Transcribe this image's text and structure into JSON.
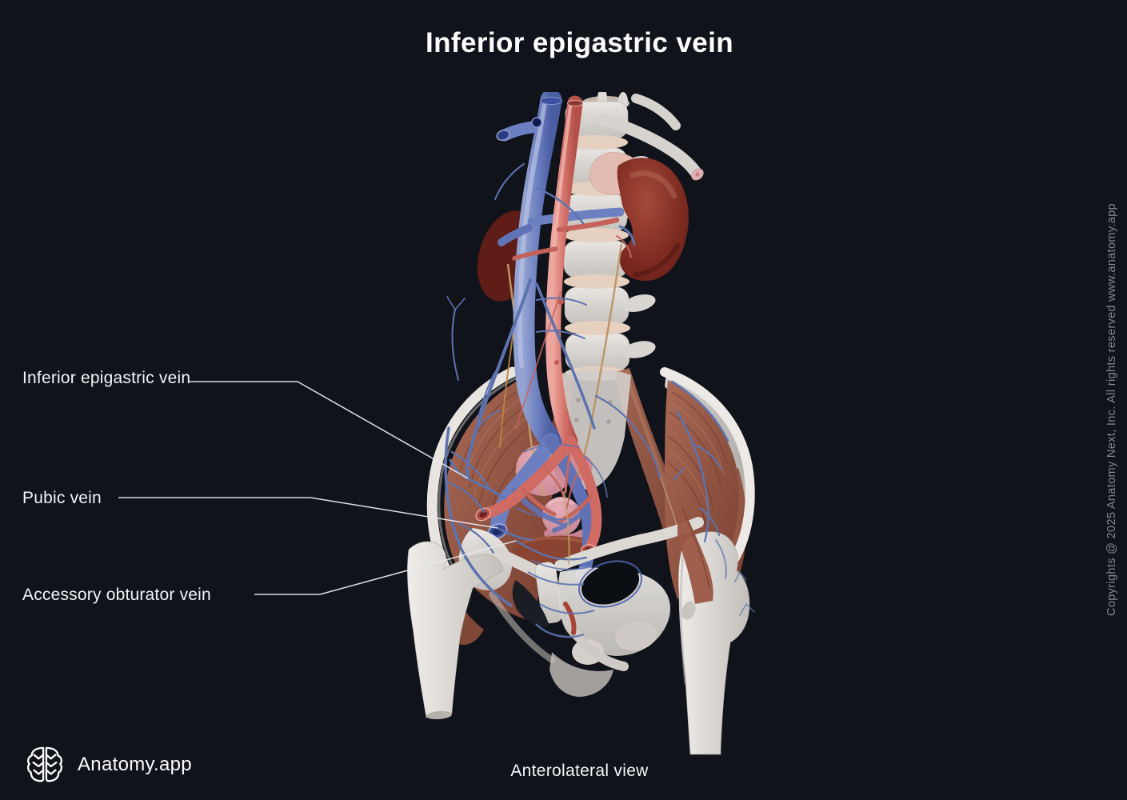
{
  "title": "Inferior epigastric vein",
  "view_caption": "Anterolateral view",
  "brand": {
    "name": "Anatomy.app",
    "logo_icon": "brain-icon"
  },
  "copyright_text": "Copyrights @ 2025 Anatomy Next, Inc. All rights reserved www.anatomy.app",
  "labels": [
    {
      "id": "inferior-epigastric-vein",
      "text": "Inferior epigastric vein"
    },
    {
      "id": "pubic-vein",
      "text": "Pubic vein"
    },
    {
      "id": "accessory-obturator-vein",
      "text": "Accessory obturator vein"
    }
  ],
  "colors": {
    "background": "#10131a",
    "text_primary": "#ffffff",
    "text_muted": "#84878e",
    "leader_line": "#e9eaee",
    "vein_blue": "#6c7fc0",
    "artery_red": "#d4736b",
    "bone": "#d9d5d1",
    "kidney_red": "#73251e",
    "muscle_brown": "#98563f",
    "organ_pink": "#d294a0"
  }
}
